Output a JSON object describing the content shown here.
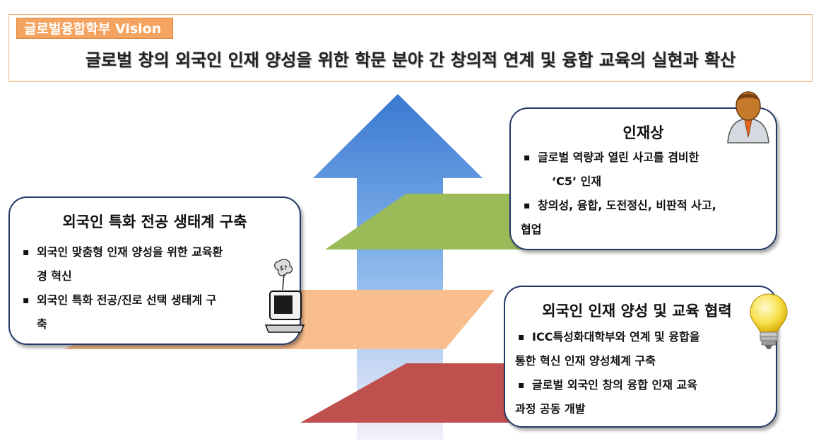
{
  "header": {
    "tag_label": "글로벌융합학부 Vision",
    "vision": "글로벌 창의 외국인 인재 양성을 위한 학문 분야 간 창의적 연계 및 융합 교육의 실현과 확산"
  },
  "cards": {
    "talent": {
      "title": "인재상",
      "bullet1_line1": "글로벌 역량과 열린 사고를 겸비한",
      "bullet1_line2": "‘C5’ 인재",
      "bullet2_line1": "창의성, 융합, 도전정신, 비판적 사고,",
      "bullet2_line2": "협업"
    },
    "ecosystem": {
      "title": "외국인 특화 전공 생태계 구축",
      "bullet1_line1": "외국인 맞춤형 인재 양성을 위한 교육환",
      "bullet1_line2": "경 혁신",
      "bullet2_line1": "외국인 특화 전공/진로 선택 생태계 구",
      "bullet2_line2": "축"
    },
    "cooperation": {
      "title": "외국인 인재 양성 및 교육 협력",
      "bullet1_line1": "ICC특성화대학부와 연계 및 융합을",
      "bullet1_line2": "통한 혁신 인재 양성체계 구축",
      "bullet2_line1": "글로벌 외국인 창의 융합 인재 교육",
      "bullet2_line2": "과정 공동 개발"
    }
  },
  "colors": {
    "arrow_top": "#3f7fd6",
    "arrow_bottom": "#eaf2fb",
    "band_green": "#9bbb59",
    "band_orange": "#f9be8e",
    "band_red": "#c0504d",
    "header_tag": "#f4a460",
    "card_border": "#233a66"
  },
  "icons": [
    "person-icon",
    "computer-icon",
    "lightbulb-icon"
  ]
}
